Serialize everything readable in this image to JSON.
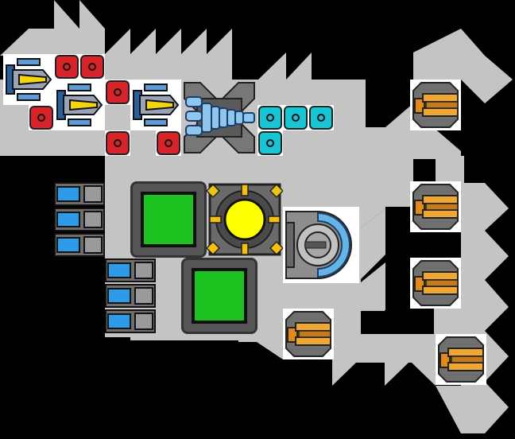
{
  "palette": {
    "background": "#000000",
    "hull": "#c4c4c4",
    "armor_red": "#d8232a",
    "armor_cyan": "#17c6d4",
    "tank_fill": "#1cc21f",
    "reactor_core": "#ffff00",
    "thruster_orange": "#e08a1c",
    "battery_blue": "#2d9be8"
  },
  "parts": {
    "wing_thrusters": [
      "yellow-fin-thruster",
      "yellow-fin-thruster",
      "yellow-fin-thruster"
    ],
    "red_blocks": 6,
    "cyan_blocks": 4,
    "battery_cells": 6,
    "tanks": 2,
    "turrets": 5,
    "reactor": "yellow-core-reactor",
    "cockpit": "blue-dome-cockpit",
    "engine": "blue-cylinder-engine"
  }
}
